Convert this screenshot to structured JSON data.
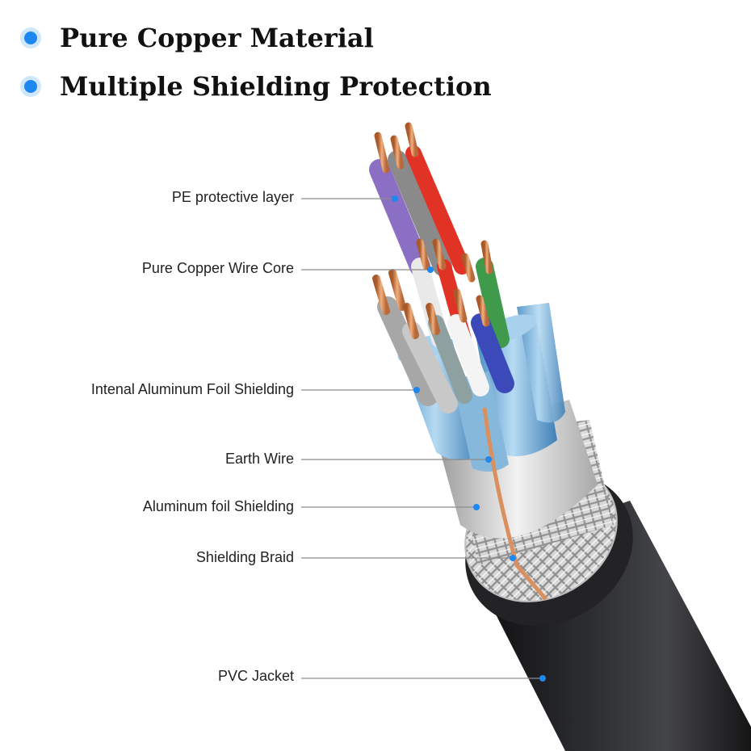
{
  "headlines": [
    {
      "text": "Pure Copper Material"
    },
    {
      "text": "Multiple Shielding Protection"
    }
  ],
  "callouts": [
    {
      "label": "PE protective layer"
    },
    {
      "label": "Pure Copper Wire Core"
    },
    {
      "label": "Intenal Aluminum Foil Shielding"
    },
    {
      "label": "Earth Wire"
    },
    {
      "label": "Aluminum foil Shielding"
    },
    {
      "label": "Shielding Braid"
    },
    {
      "label": "PVC Jacket"
    }
  ],
  "colors": {
    "bullet": "#1e88f0",
    "jacket": "#1f1f21",
    "foil": "#7fb6e0",
    "copper": "#d68a55"
  }
}
